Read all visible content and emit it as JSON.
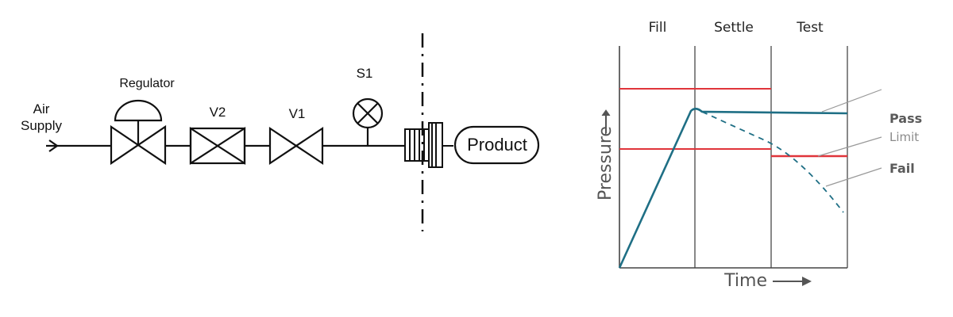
{
  "schematic": {
    "air_supply_line1": "Air",
    "air_supply_line2": "Supply",
    "regulator_label": "Regulator",
    "v2_label": "V2",
    "v1_label": "V1",
    "s1_label": "S1",
    "product_label": "Product"
  },
  "graph": {
    "phases": [
      "Fill",
      "Settle",
      "Test"
    ],
    "ylabel": "Pressure",
    "xlabel": "Time",
    "pass_label": "Pass",
    "limit_label": "Limit",
    "fail_label": "Fail",
    "colors": {
      "pressure_curve": "#1f6f85",
      "limit_lines": "#e0343a",
      "grid": "#555555"
    }
  }
}
